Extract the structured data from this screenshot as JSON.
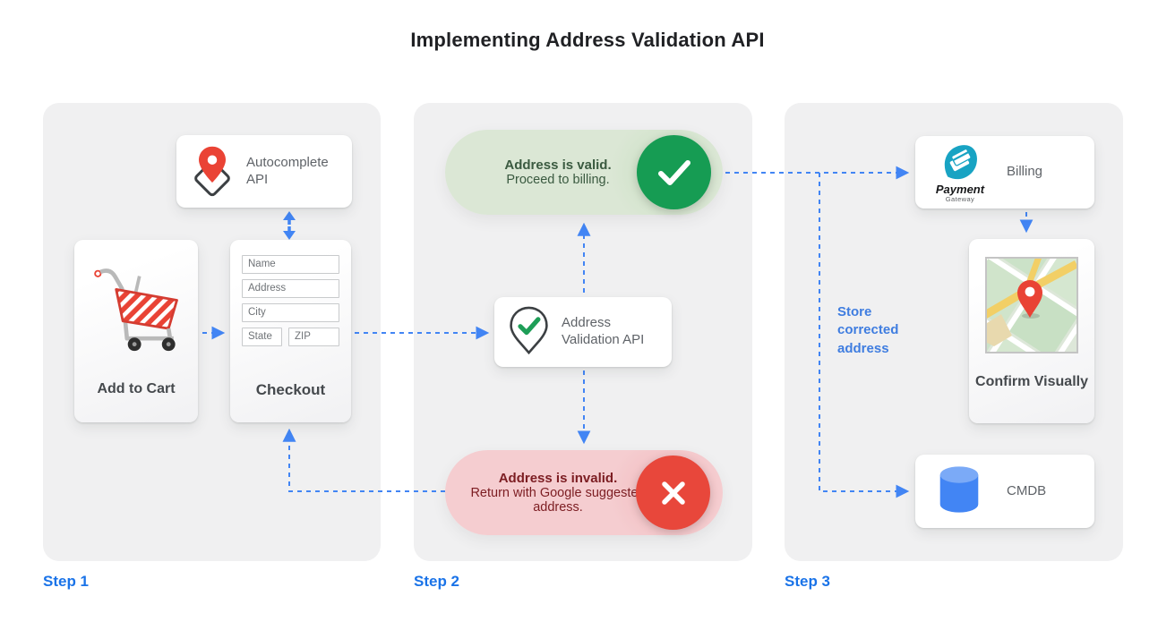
{
  "title": "Implementing Address Validation API",
  "colors": {
    "arrow_blue": "#4285f4",
    "step_blue": "#1a73e8",
    "valid_circle_green": "#169c53",
    "valid_pill_bg": "#dbe7d5",
    "valid_text": "#3a5a40",
    "invalid_circle_red": "#e8473b",
    "invalid_pill_bg": "#f5cdd0",
    "invalid_text": "#7c1d22",
    "panel_bg": "#f0f0f1",
    "pin_red": "#ea4335",
    "db_blue": "#4285f4",
    "gateway_teal": "#18a3c3"
  },
  "step1": {
    "label": "Step 1",
    "autocomplete_card": {
      "label": "Autocomplete API"
    },
    "add_to_cart_card": {
      "label": "Add to Cart"
    },
    "checkout_card": {
      "label": "Checkout",
      "fields": [
        "Name",
        "Address",
        "City",
        "State",
        "ZIP"
      ]
    }
  },
  "step2": {
    "label": "Step 2",
    "valid_pill": {
      "title": "Address is valid.",
      "subtitle": "Proceed to billing."
    },
    "validation_card": {
      "label": "Address Validation API"
    },
    "invalid_pill": {
      "title": "Address is invalid.",
      "subtitle": "Return with Google suggested address."
    }
  },
  "step3": {
    "label": "Step 3",
    "billing_card": {
      "label": "Billing",
      "logo_title": "Payment",
      "logo_subtitle": "Gateway"
    },
    "confirm_card": {
      "label": "Confirm Visually"
    },
    "cmdb_card": {
      "label": "CMDB"
    },
    "annotation": "Store corrected address"
  }
}
